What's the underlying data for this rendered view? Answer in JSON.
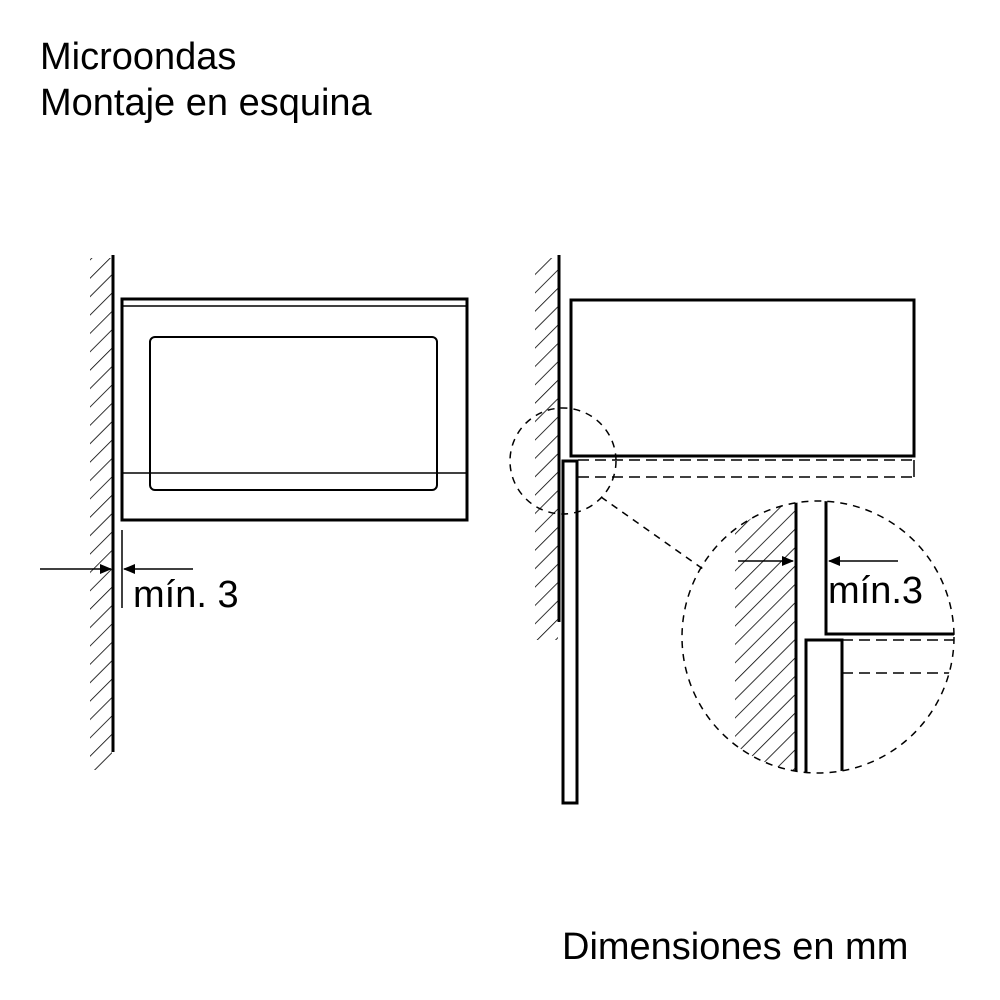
{
  "header": {
    "title_line1": "Microondas",
    "title_line2": "Montaje en esquina"
  },
  "diagram": {
    "left_view": {
      "gap_label": "mín. 3"
    },
    "right_view": {
      "gap_label": "mín.3"
    }
  },
  "footer": {
    "units_note": "Dimensiones en mm"
  }
}
